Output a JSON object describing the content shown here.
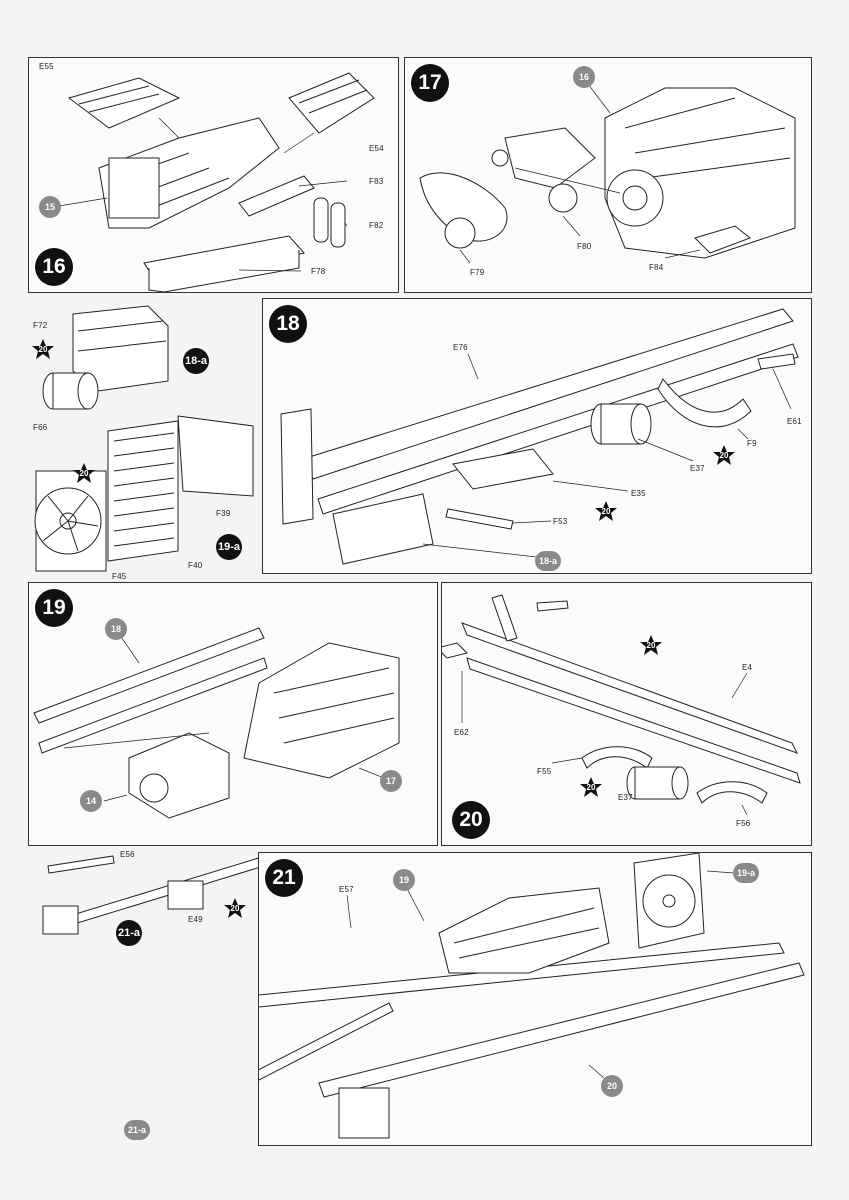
{
  "steps": {
    "s16": "16",
    "s17": "17",
    "s18": "18",
    "s19": "19",
    "s20": "20",
    "s21": "21"
  },
  "sub_steps": {
    "a18": "18-a",
    "a19": "19-a",
    "a21": "21-a"
  },
  "refs": {
    "r15": "15",
    "r16": "16",
    "r18": "18",
    "r17": "17",
    "r14": "14",
    "r19": "19",
    "r20": "20",
    "r18a": "18-a",
    "r19a": "19-a",
    "r21a": "21-a"
  },
  "star_marks": {
    "v20": "20"
  },
  "parts": {
    "E55": "E55",
    "E54": "E54",
    "F83": "F83",
    "F82": "F82",
    "F78": "F78",
    "F79": "F79",
    "F80": "F80",
    "F84": "F84",
    "F72": "F72",
    "F66": "F66",
    "F39": "F39",
    "F40": "F40",
    "F45": "F45",
    "E76": "E76",
    "E61": "E61",
    "F9": "F9",
    "E37": "E37",
    "E35": "E35",
    "F53": "F53",
    "E62": "E62",
    "E4": "E4",
    "F55": "F55",
    "E37b": "E37",
    "F56": "F56",
    "E56": "E56",
    "E49": "E49",
    "E57": "E57"
  }
}
